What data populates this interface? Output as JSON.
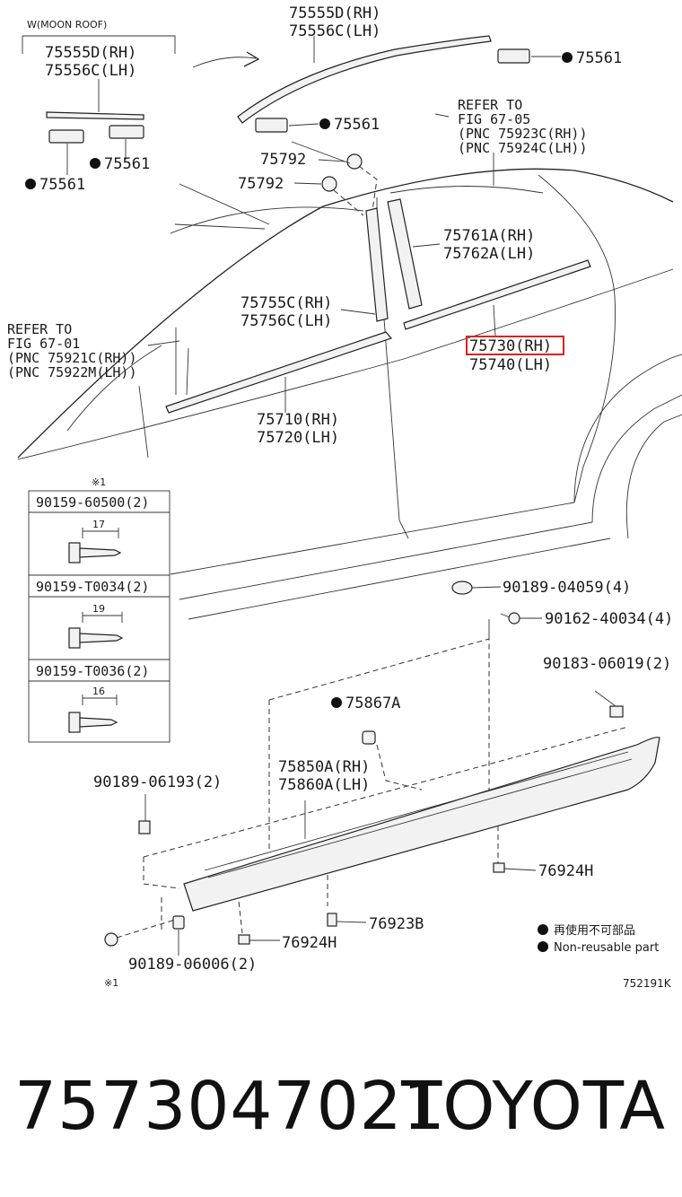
{
  "labels": {
    "moon_roof": "W(MOON ROOF)",
    "p75555d_inset": "75555D(RH)",
    "p75556c_inset": "75556C(LH)",
    "p75555d_top": "75555D(RH)",
    "p75556c_top": "75556C(LH)",
    "p75561_a": "75561",
    "p75561_b": "75561",
    "p75561_c": "75561",
    "p75561_d": "75561",
    "p75792_a": "75792",
    "p75792_b": "75792",
    "refer_top_1": "REFER TO",
    "refer_top_2": "FIG 67-05",
    "refer_top_3": "(PNC 75923C(RH))",
    "refer_top_4": "(PNC 75924C(LH))",
    "p75761a": "75761A(RH)",
    "p75762a": "75762A(LH)",
    "p75755c": "75755C(RH)",
    "p75756c": "75756C(LH)",
    "refer_left_1": "REFER TO",
    "refer_left_2": "FIG 67-01",
    "refer_left_3": "(PNC 75921C(RH))",
    "refer_left_4": "(PNC 75922M(LH))",
    "p75730": "75730(RH)",
    "p75740": "75740(LH)",
    "p75710": "75710(RH)",
    "p75720": "75720(LH)",
    "note_mark": "※1",
    "screw_1": "90159-60500(2)",
    "screw_1_dim": "17",
    "screw_2": "90159-T0034(2)",
    "screw_2_dim": "19",
    "screw_3": "90159-T0036(2)",
    "screw_3_dim": "16",
    "p90189_04059": "90189-04059(4)",
    "p90162_40034": "90162-40034(4)",
    "p90183_06019": "90183-06019(2)",
    "p75867a": "75867A",
    "p75850a": "75850A(RH)",
    "p75860a": "75860A(LH)",
    "p90189_06193": "90189-06193(2)",
    "p76924h_a": "76924H",
    "p76923b": "76923B",
    "p76924h_b": "76924H",
    "p90189_06006": "90189-06006(2)",
    "note_mark_bottom": "※1",
    "legend_cn": "再使用不可部品",
    "legend_en": "Non-reusable part",
    "figure_code": "752191K"
  },
  "highlight_color": "#e02020",
  "footer": {
    "part_number": "7573047021",
    "brand": "TOYOTA"
  }
}
